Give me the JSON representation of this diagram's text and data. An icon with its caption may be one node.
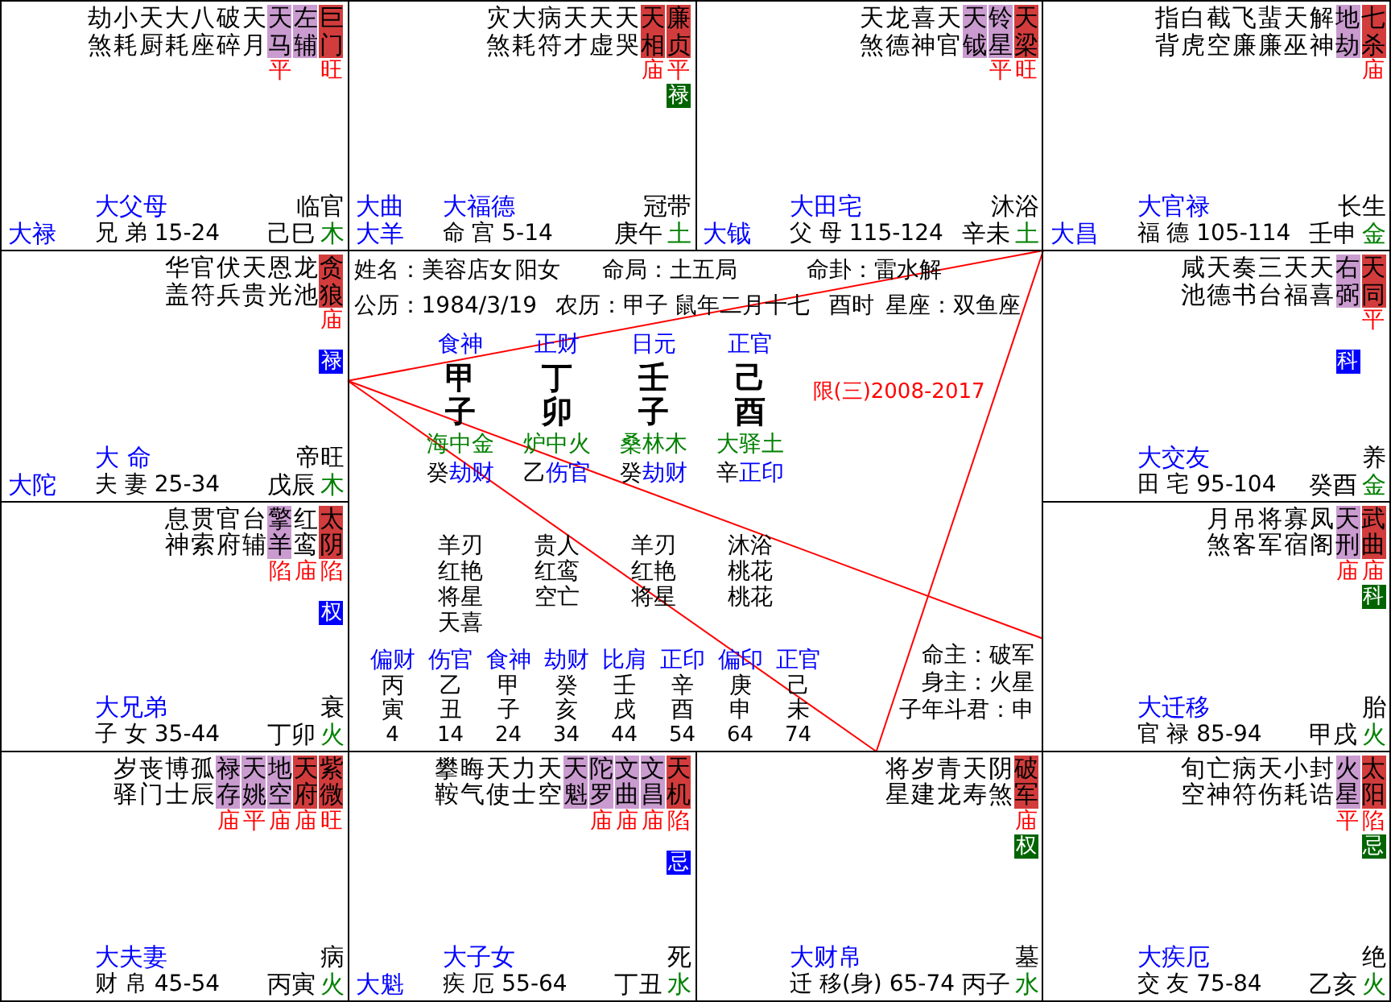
{
  "diagram": {
    "nodes": [
      {
        "text": [
          "劫煞",
          "小耗",
          "天厨",
          "大耗",
          "八座",
          "破碎",
          "天月",
          "天马",
          "平",
          "左辅",
          "巨门",
          "旺",
          "大禄",
          "大父母",
          "临官",
          "兄 弟 15-24",
          "己巳",
          "木"
        ]
      },
      {
        "text": [
          "灾煞",
          "大耗",
          "病符",
          "天才",
          "天虚",
          "天哭",
          "天相",
          "庙",
          "廉贞",
          "平",
          "禄",
          "大曲",
          "大羊",
          "大福德",
          "冠带",
          "命 宫 5-14",
          "庚午",
          "土"
        ]
      },
      {
        "text": [
          "天煞",
          "龙德",
          "喜神",
          "天官",
          "天钺",
          "铃星",
          "平",
          "天梁",
          "旺",
          "大钺",
          "大田宅",
          "沐浴",
          "父 母 115-124",
          "辛未",
          "土"
        ]
      },
      {
        "text": [
          "指背",
          "白虎",
          "截空",
          "飞廉",
          "蜚廉",
          "天巫",
          "解神",
          "地劫",
          "七杀",
          "庙",
          "大昌",
          "大官禄",
          "长生",
          "福 德 105-114",
          "壬申",
          "金"
        ]
      },
      {
        "text": [
          "华盖",
          "官符",
          "伏兵",
          "天贵",
          "恩光",
          "龙池",
          "贪狼",
          "庙",
          "禄",
          "大陀",
          "大 命",
          "帝旺",
          "夫 妻 25-34",
          "戊辰",
          "木"
        ]
      },
      {
        "text": [
          "咸池",
          "天德",
          "奏书",
          "三台",
          "天福",
          "天喜",
          "右弼",
          "科",
          "天同",
          "平",
          "大交友",
          "养",
          "田 宅 95-104",
          "癸酉",
          "金"
        ]
      },
      {
        "text": [
          "息神",
          "贯索",
          "官府",
          "台辅",
          "擎羊",
          "陷",
          "红鸾",
          "庙",
          "太阴",
          "陷",
          "权",
          "大兄弟",
          "衰",
          "子 女 35-44",
          "丁卯",
          "火"
        ]
      },
      {
        "text": [
          "月煞",
          "吊客",
          "将军",
          "寡宿",
          "凤阁",
          "天刑",
          "庙",
          "武曲",
          "庙",
          "科",
          "大迁移",
          "胎",
          "官 禄 85-94",
          "甲戌",
          "火"
        ]
      },
      {
        "text": [
          "岁驿",
          "丧门",
          "博士",
          "孤辰",
          "禄存",
          "庙",
          "天姚",
          "平",
          "地空",
          "庙",
          "天府",
          "庙",
          "紫微",
          "旺",
          "大夫妻",
          "病",
          "财 帛 45-54",
          "丙寅",
          "火"
        ]
      },
      {
        "text": [
          "攀鞍",
          "晦气",
          "天使",
          "力士",
          "天空",
          "天魁",
          "陀罗",
          "庙",
          "文曲",
          "庙",
          "文昌",
          "庙",
          "天机",
          "陷",
          "忌",
          "大魁",
          "大子女",
          "死",
          "疾 厄 55-64",
          "丁丑",
          "水"
        ]
      },
      {
        "text": [
          "将星",
          "岁建",
          "青龙",
          "天寿",
          "阴煞",
          "破军",
          "庙",
          "权",
          "大财帛",
          "墓",
          "迁 移(身) 65-74",
          "丙子",
          "水"
        ]
      },
      {
        "text": [
          "旬空",
          "亡神",
          "病符",
          "天伤",
          "小耗",
          "封诰",
          "火星",
          "平",
          "太阳",
          "陷",
          "忌",
          "大疾厄",
          "绝",
          "交 友 75-84",
          "乙亥",
          "火"
        ]
      }
    ],
    "edges": [
      {
        "from": 4,
        "to": 3,
        "arrow": "none"
      },
      {
        "from": 4,
        "to": 10,
        "arrow": "none"
      },
      {
        "from": 3,
        "to": 10,
        "arrow": "none"
      },
      {
        "from": 4,
        "to": 7,
        "arrow": "none"
      }
    ],
    "labels": [
      "姓名：美容店女",
      "阳女",
      "命局：土五局",
      "命卦：雷水解",
      "公历：1984/3/19",
      "农历：甲子 鼠年二月十七",
      "酉时",
      "星座：双鱼座",
      "食神",
      "正财",
      "日元",
      "正官",
      "甲",
      "丁",
      "壬",
      "己",
      "子",
      "卯",
      "子",
      "酉",
      "海中金",
      "炉中火",
      "桑林木",
      "大驿土",
      "癸",
      "劫财",
      "乙",
      "伤官",
      "癸",
      "劫财",
      "辛",
      "正印",
      "限(三)2008-2017",
      "羊刃",
      "贵人",
      "羊刃",
      "沐浴",
      "红艳",
      "红鸾",
      "红艳",
      "桃花",
      "将星",
      "空亡",
      "将星",
      "桃花",
      "天喜",
      "偏财",
      "伤官",
      "食神",
      "劫财",
      "比肩",
      "正印",
      "偏印",
      "正官",
      "命主：破军",
      "丙",
      "乙",
      "甲",
      "癸",
      "壬",
      "辛",
      "庚",
      "己",
      "身主：火星",
      "寅",
      "丑",
      "子",
      "亥",
      "戌",
      "酉",
      "申",
      "未",
      "子年斗君：申",
      "4",
      "14",
      "24",
      "34",
      "44",
      "54",
      "64",
      "74"
    ]
  }
}
